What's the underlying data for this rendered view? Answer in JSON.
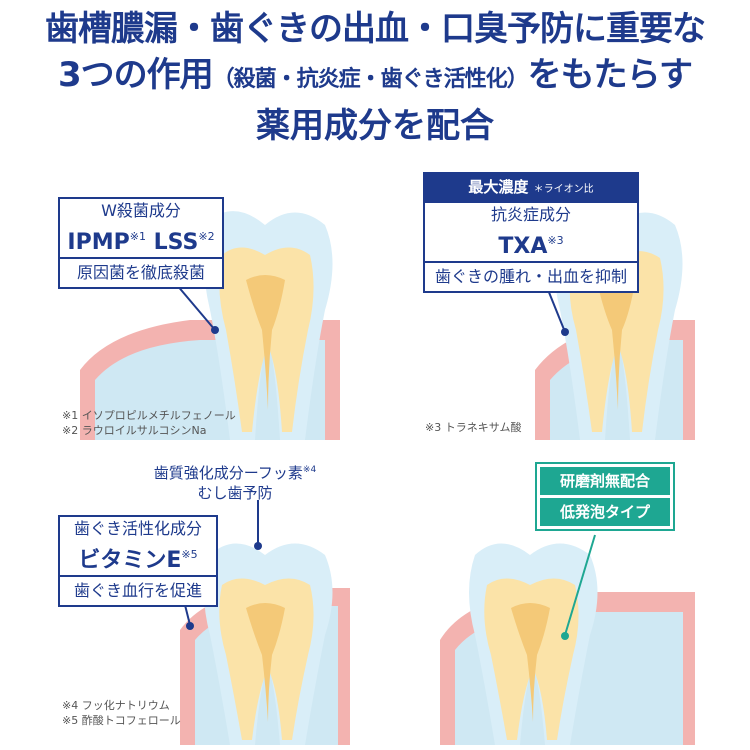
{
  "headline": {
    "line1": "歯槽膿漏・歯ぐきの出血・口臭予防に重要な",
    "line2_a": "3つの作用",
    "line2_b": "（殺菌・抗炎症・歯ぐき活性化）",
    "line2_c": "をもたらす",
    "line3": "薬用成分を配合"
  },
  "panel1": {
    "sub": "W殺菌成分",
    "name_a": "IPMP",
    "mark_a": "※1",
    "name_b": " LSS",
    "mark_b": "※2",
    "effect": "原因菌を徹底殺菌",
    "note1": "※1 イソプロピルメチルフェノール",
    "note2": "※2 ラウロイルサルコシンNa"
  },
  "panel2": {
    "top": "最大濃度",
    "top_note": "＊ライオン比",
    "sub": "抗炎症成分",
    "name": "TXA",
    "mark": "※3",
    "effect": "歯ぐきの腫れ・出血を抑制",
    "note": "※3 トラネキサム酸"
  },
  "panel3": {
    "fluoride_a": "歯質強化成分ーフッ素",
    "fluoride_mark": "※4",
    "fluoride_b": "むし歯予防",
    "sub": "歯ぐき活性化成分",
    "name": "ビタミンE",
    "mark": "※5",
    "effect": "歯ぐき血行を促進",
    "note1": "※4 フッ化ナトリウム",
    "note2": "※5 酢酸トコフェロール"
  },
  "panel4": {
    "label1": "研磨剤無配合",
    "label2": "低発泡タイプ"
  },
  "colors": {
    "navy": "#1e3a8c",
    "teal": "#1ea792",
    "gum": "#f3b3b0",
    "bone": "#cfe8f3",
    "tooth": "#fbe3a8"
  }
}
